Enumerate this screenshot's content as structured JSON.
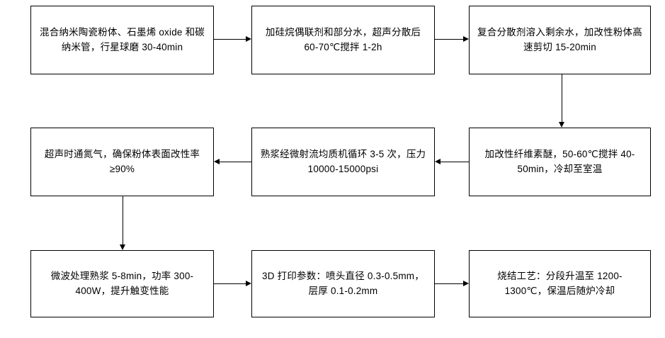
{
  "diagram": {
    "type": "process-flowchart",
    "orientation": "serpentine-left-to-right-then-right-to-left",
    "background_color": "#ffffff",
    "line_color": "#000000",
    "text_color": "#000000",
    "nodes": [
      {
        "id": "step-1",
        "text": "混合纳米陶瓷粉体、石墨烯 oxide 和碳纳米管，行星球磨 30-40min",
        "row": 1,
        "column": 1
      },
      {
        "id": "step-2",
        "text": "加硅烷偶联剂和部分水，超声分散后 60-70℃搅拌 1-2h",
        "row": 1,
        "column": 2
      },
      {
        "id": "step-3",
        "text": "复合分散剂溶入剩余水，加改性粉体高速剪切 15-20min",
        "row": 1,
        "column": 3
      },
      {
        "id": "step-4",
        "text": "超声时通氮气，确保粉体表面改性率 ≥90%",
        "row": 2,
        "column": 1
      },
      {
        "id": "step-5",
        "text": "熟浆经微射流均质机循环 3-5 次，压力 10000-15000psi",
        "row": 2,
        "column": 2
      },
      {
        "id": "step-6",
        "text": "加改性纤维素醚，50-60℃搅拌 40-50min，冷却至室温",
        "row": 2,
        "column": 3
      },
      {
        "id": "step-7",
        "text": "微波处理熟浆 5-8min，功率 300-400W，提升触变性能",
        "row": 3,
        "column": 1
      },
      {
        "id": "step-8",
        "text": "3D 打印参数：喷头直径 0.3-0.5mm，层厚 0.1-0.2mm",
        "row": 3,
        "column": 2
      },
      {
        "id": "step-9",
        "text": "烧结工艺：分段升温至 1200-1300℃，保温后随炉冷却",
        "row": 3,
        "column": 3
      }
    ],
    "edges": [
      {
        "from": "step-1",
        "to": "step-2",
        "direction": "right"
      },
      {
        "from": "step-2",
        "to": "step-3",
        "direction": "right"
      },
      {
        "from": "step-3",
        "to": "step-6",
        "direction": "down"
      },
      {
        "from": "step-6",
        "to": "step-5",
        "direction": "left"
      },
      {
        "from": "step-5",
        "to": "step-4",
        "direction": "left"
      },
      {
        "from": "step-4",
        "to": "step-7",
        "direction": "down"
      },
      {
        "from": "step-7",
        "to": "step-8",
        "direction": "right"
      },
      {
        "from": "step-8",
        "to": "step-9",
        "direction": "right"
      }
    ]
  }
}
